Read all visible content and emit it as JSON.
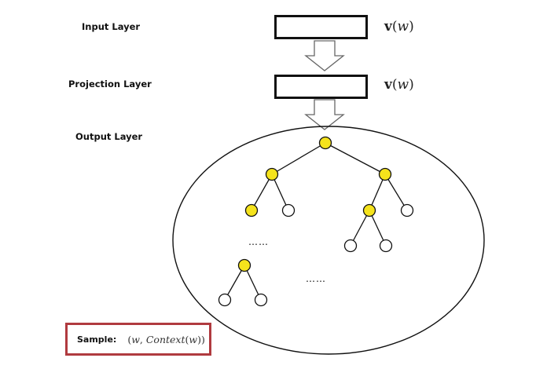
{
  "layers": {
    "input_label": "Input  Layer",
    "projection_label": "Projection  Layer",
    "output_label": "Output Layer"
  },
  "vectors": {
    "input": {
      "bold": "v",
      "open": "(",
      "var": "w",
      "close": ")"
    },
    "projection": {
      "bold": "v",
      "open": "(",
      "var": "w",
      "close": ")"
    }
  },
  "ellipsis_left": "……",
  "ellipsis_right": "……",
  "sample": {
    "label": "Sample:",
    "open": "(",
    "w": "w",
    "sep": ", ",
    "context": "Context",
    "inner_open": "(",
    "inner_w": "w",
    "close": "))"
  },
  "colors": {
    "highlight_node": "#f5e31c",
    "plain_node": "#ffffff",
    "stroke": "#111111",
    "sample_border": "#b03a3f"
  }
}
